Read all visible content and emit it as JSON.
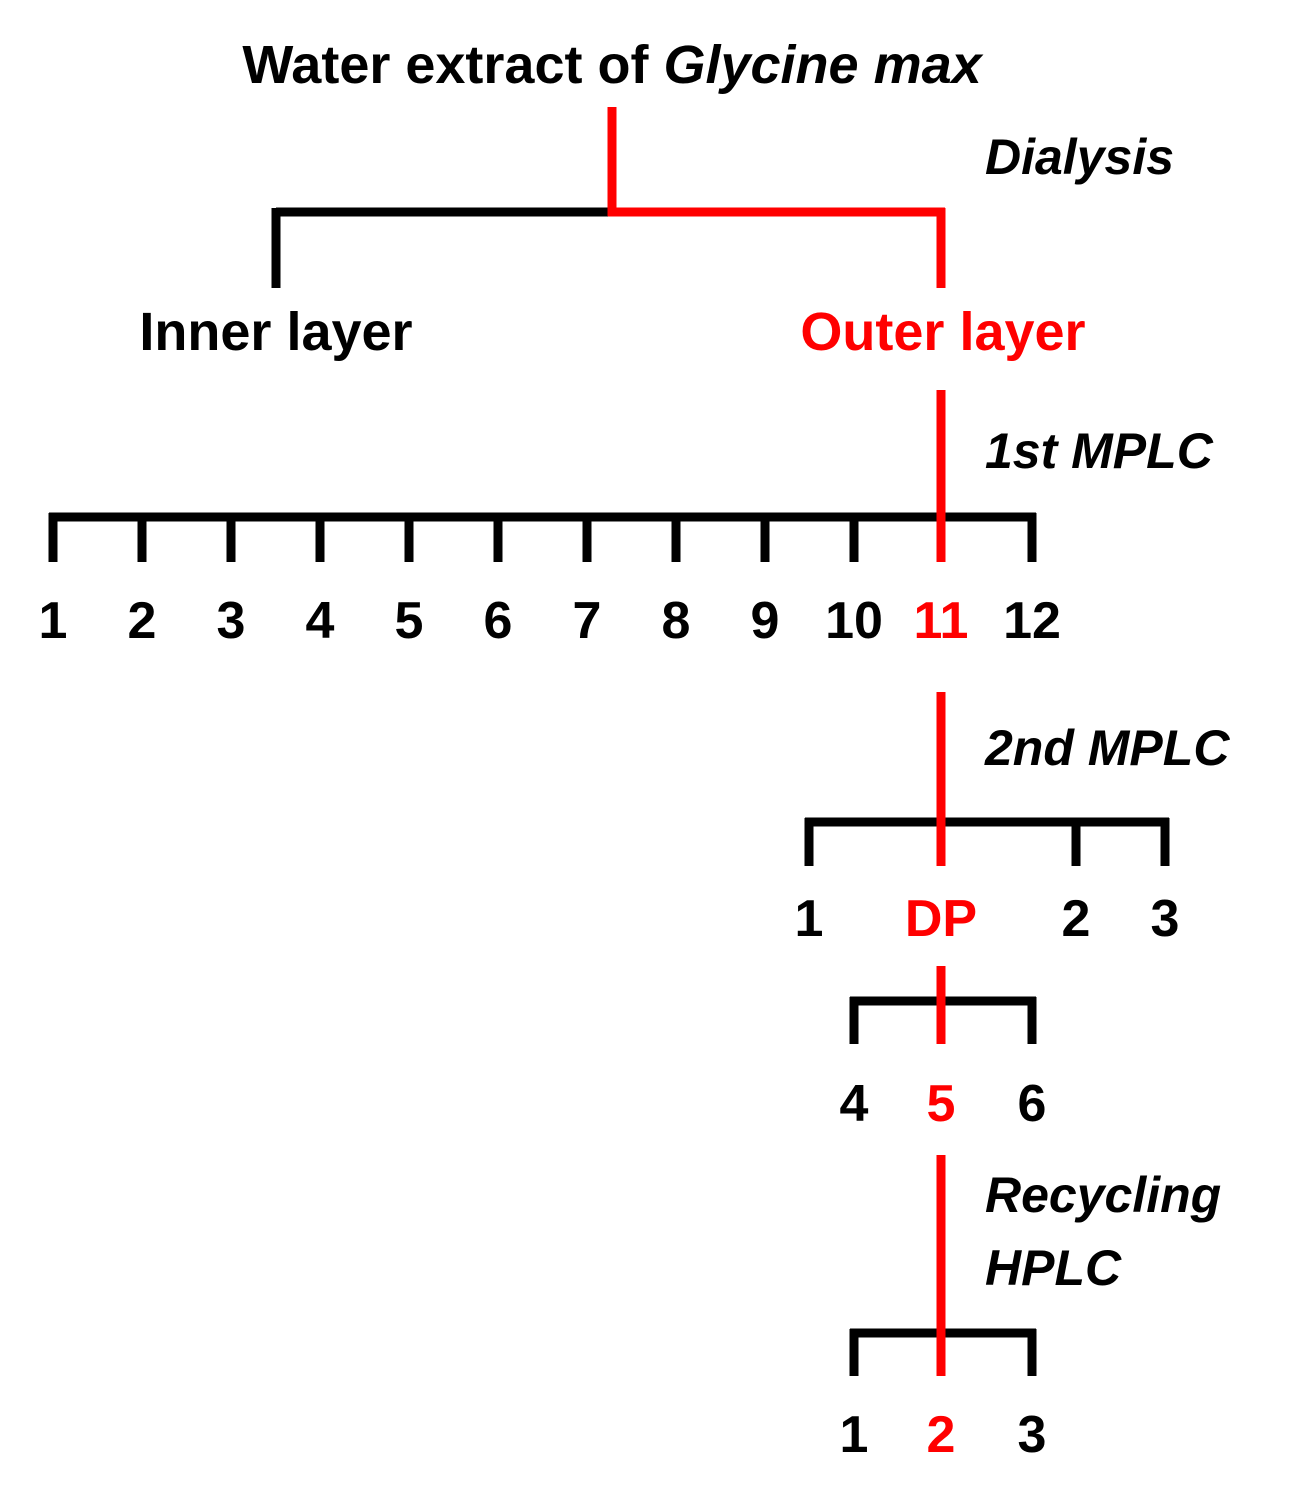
{
  "colors": {
    "highlight": "#ff0000",
    "line": "#000000",
    "background": "#ffffff"
  },
  "title": {
    "prefix": "Water extract of ",
    "species": "Glycine max"
  },
  "steps": {
    "dialysis": "Dialysis",
    "mplc1": "1st MPLC",
    "mplc2": "2nd MPLC",
    "hplc_line1": "Recycling",
    "hplc_line2": "HPLC"
  },
  "layers": {
    "inner": "Inner layer",
    "outer": "Outer layer"
  },
  "fractions_mplc1": [
    "1",
    "2",
    "3",
    "4",
    "5",
    "6",
    "7",
    "8",
    "9",
    "10",
    "11",
    "12"
  ],
  "fractions_mplc2": [
    "1",
    "DP",
    "2",
    "3"
  ],
  "fractions_sub": [
    "4",
    "5",
    "6"
  ],
  "fractions_hplc": [
    "1",
    "2",
    "3"
  ]
}
